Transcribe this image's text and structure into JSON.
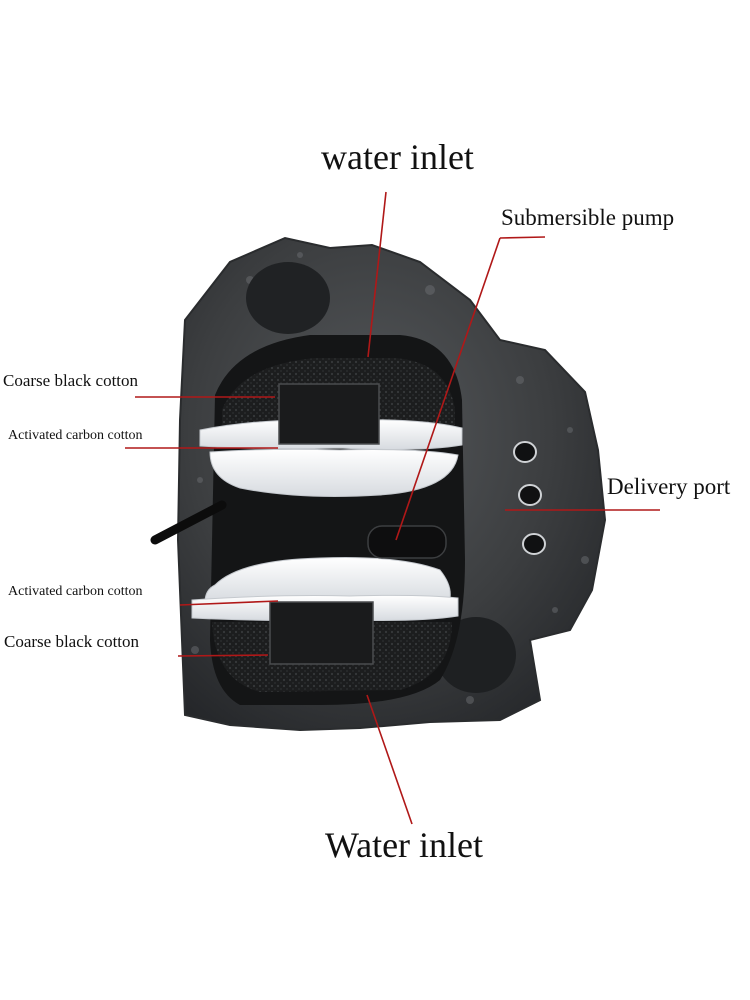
{
  "labels": {
    "water_inlet_top": "water inlet",
    "submersible_pump": "Submersible pump",
    "coarse_black_cotton_top": "Coarse black cotton",
    "activated_carbon_cotton_top": "Activated carbon cotton",
    "delivery_port": "Delivery port",
    "activated_carbon_cotton_bottom": "Activated carbon cotton",
    "coarse_black_cotton_bottom": "Coarse black cotton",
    "water_inlet_bottom": "Water inlet"
  },
  "colors": {
    "leader_line": "#b01818",
    "rock": "#3c3e40",
    "cavity": "#151617",
    "foam": "#1e1f20",
    "carbon_cotton": "#eef0f2"
  }
}
